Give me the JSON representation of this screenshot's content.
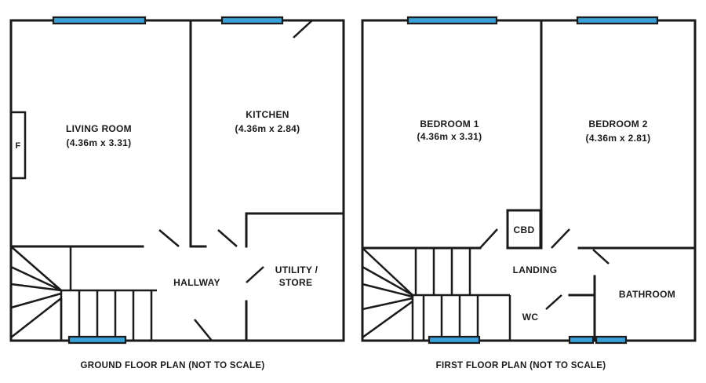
{
  "ground_floor": {
    "caption": "GROUND FLOOR PLAN (NOT TO SCALE)",
    "rooms": {
      "living_room": {
        "name": "LIVING ROOM",
        "size": "(4.36m x 3.31)"
      },
      "kitchen": {
        "name": "KITCHEN",
        "size": "(4.36m x 2.84)"
      },
      "hallway": {
        "name": "HALLWAY"
      },
      "utility": {
        "line1": "UTILITY /",
        "line2": "STORE"
      }
    },
    "fireplace_label": "F"
  },
  "first_floor": {
    "caption": "FIRST FLOOR PLAN (NOT TO SCALE)",
    "rooms": {
      "bedroom1": {
        "name": "BEDROOM 1",
        "size": "(4.36m x 3.31)"
      },
      "bedroom2": {
        "name": "BEDROOM 2",
        "size": "(4.36m x 2.81)"
      },
      "cbd": {
        "name": "CBD"
      },
      "landing": {
        "name": "LANDING"
      },
      "bathroom": {
        "name": "BATHROOM"
      },
      "wc": {
        "name": "WC"
      }
    }
  },
  "colors": {
    "wall": "#1a1a1a",
    "window": "#3aa0d8",
    "background": "#ffffff"
  }
}
